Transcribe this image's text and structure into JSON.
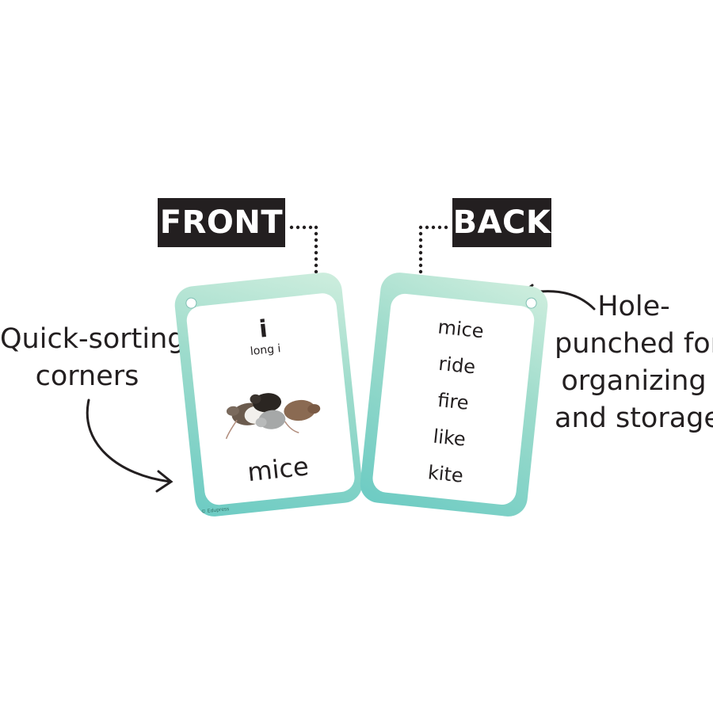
{
  "labels": {
    "front": "FRONT",
    "back": "BACK"
  },
  "annotations": {
    "left": [
      "Quick-sorting",
      "corners"
    ],
    "right": [
      "Hole-",
      "punched for",
      "organizing",
      "and storage"
    ]
  },
  "front_card": {
    "letter": "i",
    "sound": "long i",
    "word": "mice",
    "copyright": "© Edupress",
    "image": "mice-photo"
  },
  "back_card": {
    "words": [
      "mice",
      "ride",
      "fire",
      "like",
      "kite"
    ]
  },
  "colors": {
    "label_bg": "#231f20",
    "card_border": "#6ccbc3",
    "text": "#231f20"
  }
}
